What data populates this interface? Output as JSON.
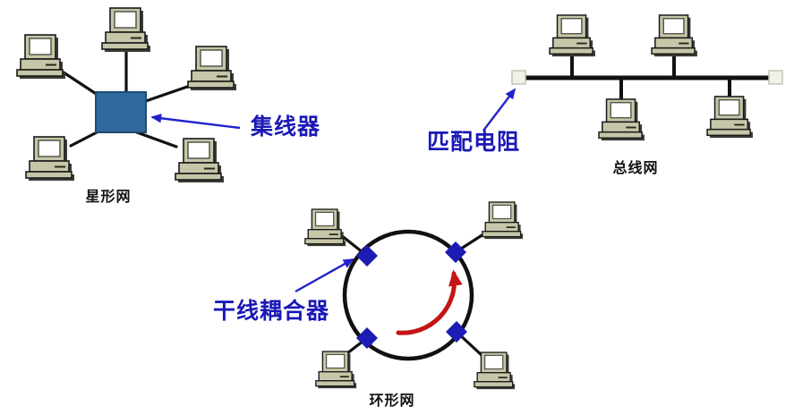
{
  "colors": {
    "background": "#ffffff",
    "hub_fill": "#30699E",
    "hub_border": "#1D4A75",
    "coupler_fill": "#1C1CB4",
    "terminator_fill": "#F2F1E6",
    "annotation_blue": "#1B18B6",
    "arrow_blue": "#2222CC",
    "direction_arrow_red": "#C41414",
    "cable_black": "#111111",
    "caption_black": "#111111",
    "pc_body": "#C6C6A8"
  },
  "star_network": {
    "caption": "星形网",
    "hub_label": "集线器",
    "computer_count": 5
  },
  "bus_network": {
    "caption": "总线网",
    "resistor_label": "匹配电阻",
    "computer_count": 4,
    "terminator_count": 2
  },
  "ring_network": {
    "caption": "环形网",
    "coupler_label": "干线耦合器",
    "computer_count": 4,
    "coupler_count": 4
  }
}
